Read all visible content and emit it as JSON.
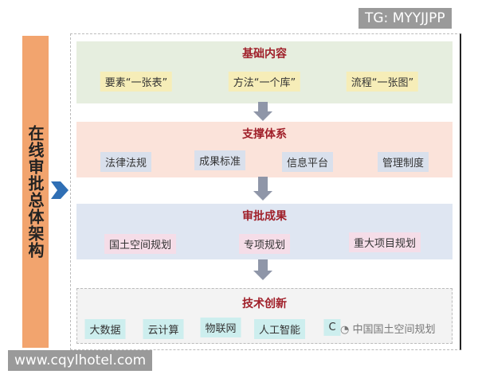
{
  "sidebar": {
    "label": "在线审批总体架构"
  },
  "sections": [
    {
      "title": "基础内容",
      "items": [
        "要素“一张表”",
        "方法“一个库”",
        "流程“一张图”"
      ]
    },
    {
      "title": "支撑体系",
      "items": [
        "法律法规",
        "成果标准",
        "信息平台",
        "管理制度"
      ]
    },
    {
      "title": "审批成果",
      "items": [
        "国土空间规划",
        "专项规划",
        "重大项目规划"
      ]
    },
    {
      "title": "技术创新",
      "items": [
        "大数据",
        "云计算",
        "物联网",
        "人工智能",
        "C"
      ]
    }
  ],
  "colors": {
    "sidebar": "#f2a46e",
    "green": "#e6eedf",
    "pink": "#fbe3da",
    "blue": "#dfe6f2",
    "gray": "#f1f1f1",
    "arrow": "#8f96a8",
    "pointer": "#2f6fb5"
  },
  "watermarks": {
    "top": "TG: MYYJJPP",
    "bottom": "www.cqylhotel.com",
    "wechat": "中国国土空间规划"
  }
}
